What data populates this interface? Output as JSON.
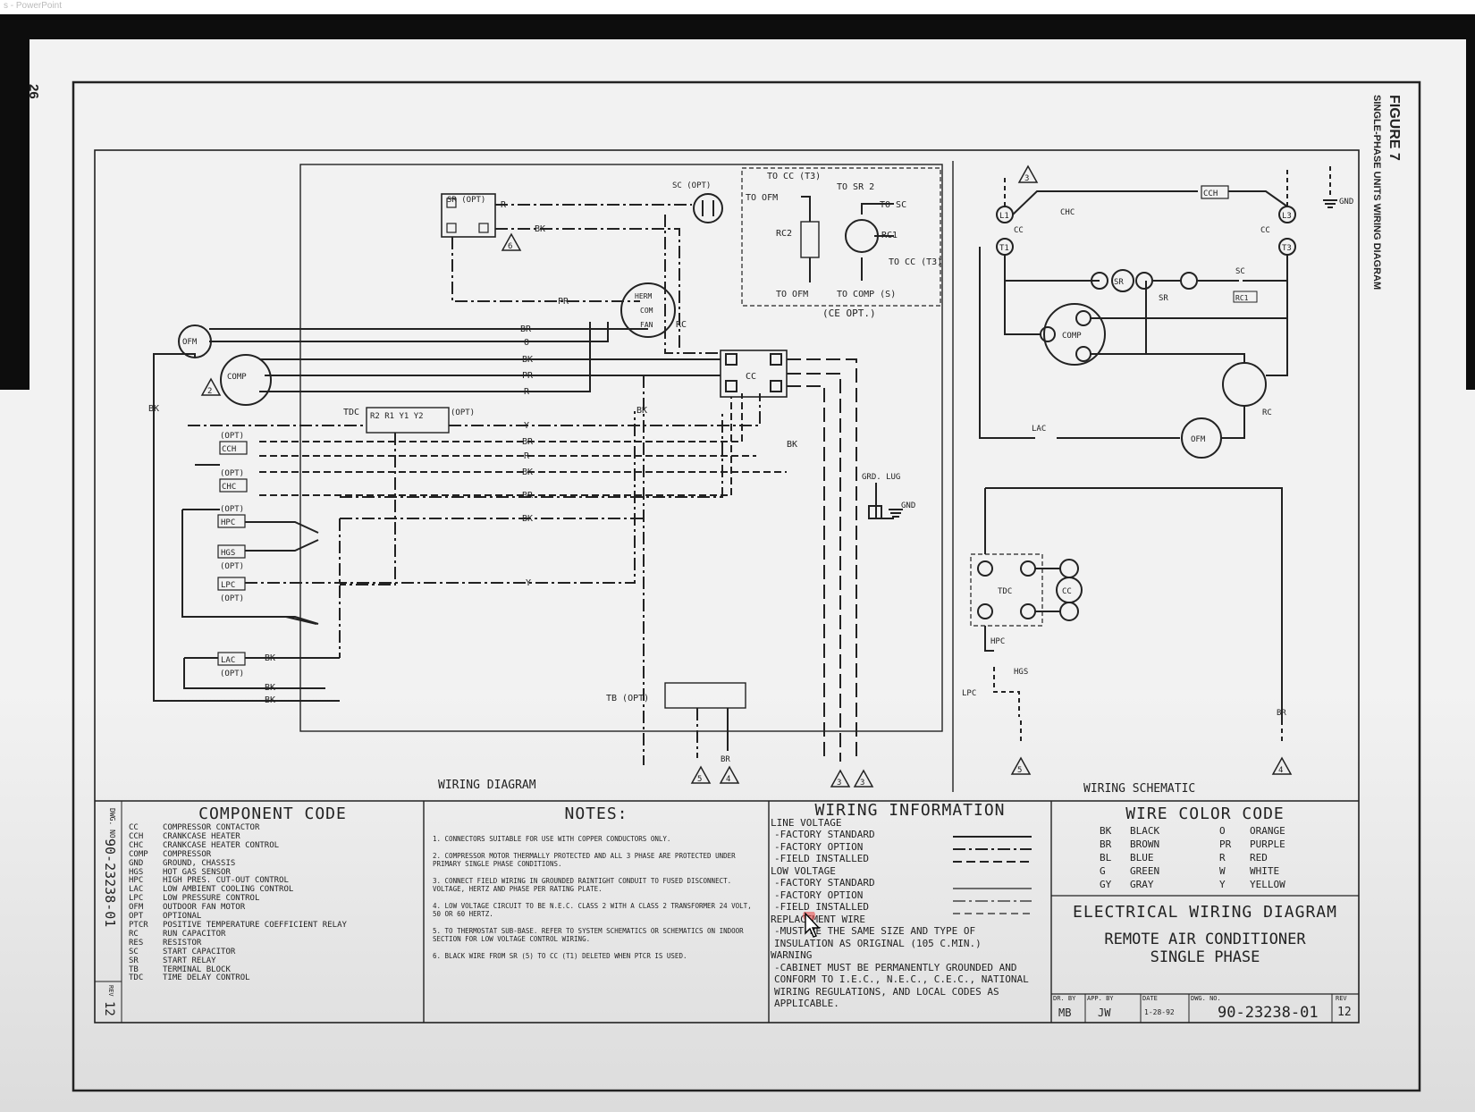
{
  "window": {
    "app_title": "s - PowerPoint"
  },
  "page": {
    "number": "26"
  },
  "figure": {
    "title": "FIGURE 7",
    "subtitle": "SINGLE-PHASE UNITS WIRING DIAGRAM"
  },
  "diagram_labels": {
    "wiring_diagram": "WIRING DIAGRAM",
    "wiring_schematic": "WIRING SCHEMATIC",
    "ce_opt": "(CE OPT.)",
    "to_cc_t3": "TO CC (T3)",
    "to_sr2": "TO SR 2",
    "to_ofm": "TO OFM",
    "to_sc": "TO SC",
    "rc2": "RC2",
    "rc1": "RC1",
    "to_cc_t3b": "TO CC (T3)",
    "to_comp_s": "TO COMP (S)",
    "sr_opt": "SR (OPT)",
    "sc_opt": "SC (OPT)",
    "herm": "HERM",
    "com": "COM",
    "fan": "FAN",
    "rc": "RC",
    "ofm": "OFM",
    "comp": "COMP",
    "cc": "CC",
    "tdc": "TDC",
    "tdc_terms": "R2 R1 Y1 Y2",
    "opt": "(OPT)",
    "cch": "CCH",
    "chc": "CHC",
    "hpc": "HPC",
    "hgs": "HGS",
    "lpc": "LPC",
    "lac": "LAC",
    "grd_lug": "GRD. LUG",
    "gnd": "GND",
    "tb_opt": "TB (OPT)",
    "sr": "SR",
    "l1": "L1",
    "l3": "L3",
    "t1": "T1",
    "t3": "T3",
    "rc1_box": "RC1",
    "sc": "SC",
    "wire_bk": "BK",
    "wire_br": "BR",
    "wire_r": "R",
    "wire_y": "Y",
    "wire_pr": "PR",
    "wire_o": "O",
    "tri_2": "2",
    "tri_4": "4",
    "tri_5": "5",
    "tri_6": "6",
    "tri_3": "3"
  },
  "component_code": {
    "title": "COMPONENT CODE",
    "dwg_label": "DWG. NO.",
    "dwg_no": "90-23238-01",
    "rev_label": "REV",
    "rev": "12",
    "items": [
      {
        "code": "CC",
        "desc": "COMPRESSOR CONTACTOR"
      },
      {
        "code": "CCH",
        "desc": "CRANKCASE HEATER"
      },
      {
        "code": "CHC",
        "desc": "CRANKCASE HEATER CONTROL"
      },
      {
        "code": "COMP",
        "desc": "COMPRESSOR"
      },
      {
        "code": "GND",
        "desc": "GROUND, CHASSIS"
      },
      {
        "code": "HGS",
        "desc": "HOT GAS SENSOR"
      },
      {
        "code": "HPC",
        "desc": "HIGH PRES. CUT-OUT CONTROL"
      },
      {
        "code": "LAC",
        "desc": "LOW AMBIENT COOLING CONTROL"
      },
      {
        "code": "LPC",
        "desc": "LOW PRESSURE CONTROL"
      },
      {
        "code": "OFM",
        "desc": "OUTDOOR FAN MOTOR"
      },
      {
        "code": "OPT",
        "desc": "OPTIONAL"
      },
      {
        "code": "PTCR",
        "desc": "POSITIVE TEMPERATURE COEFFICIENT RELAY"
      },
      {
        "code": "RC",
        "desc": "RUN CAPACITOR"
      },
      {
        "code": "RES",
        "desc": "RESISTOR"
      },
      {
        "code": "SC",
        "desc": "START CAPACITOR"
      },
      {
        "code": "SR",
        "desc": "START RELAY"
      },
      {
        "code": "TB",
        "desc": "TERMINAL BLOCK"
      },
      {
        "code": "TDC",
        "desc": "TIME DELAY CONTROL"
      }
    ]
  },
  "notes": {
    "title": "NOTES:",
    "items": [
      "1. CONNECTORS SUITABLE FOR USE WITH COPPER CONDUCTORS ONLY.",
      "2. COMPRESSOR MOTOR THERMALLY PROTECTED AND ALL 3 PHASE ARE PROTECTED UNDER PRIMARY SINGLE PHASE CONDITIONS.",
      "3. CONNECT FIELD WIRING IN GROUNDED RAINTIGHT CONDUIT TO FUSED DISCONNECT. VOLTAGE, HERTZ AND PHASE PER RATING PLATE.",
      "4. LOW VOLTAGE CIRCUIT TO BE N.E.C. CLASS 2 WITH A CLASS 2 TRANSFORMER 24 VOLT, 50 OR 60 HERTZ.",
      "5. TO THERMOSTAT SUB-BASE. REFER TO SYSTEM SCHEMATICS OR SCHEMATICS ON INDOOR SECTION FOR LOW VOLTAGE CONTROL WIRING.",
      "6. BLACK WIRE FROM SR (5) TO CC (T1) DELETED WHEN PTCR IS USED."
    ]
  },
  "wiring_information": {
    "title": "WIRING INFORMATION",
    "line_voltage": "LINE VOLTAGE",
    "low_voltage": "LOW VOLTAGE",
    "factory_standard": "-FACTORY STANDARD",
    "factory_option": "-FACTORY OPTION",
    "field_installed": "-FIELD INSTALLED",
    "replacement_wire": "REPLACEMENT WIRE",
    "replacement_text": "-MUST BE THE SAME SIZE AND TYPE OF INSULATION AS ORIGINAL (105 C.MIN.)",
    "warning": "WARNING",
    "warning_text": "-CABINET MUST BE PERMANENTLY GROUNDED AND CONFORM TO I.E.C., N.E.C., C.E.C., NATIONAL WIRING REGULATIONS, AND LOCAL CODES AS APPLICABLE."
  },
  "wire_color_code": {
    "title": "WIRE COLOR CODE",
    "items": [
      {
        "code": "BK",
        "color": "BLACK"
      },
      {
        "code": "BR",
        "color": "BROWN"
      },
      {
        "code": "BL",
        "color": "BLUE"
      },
      {
        "code": "G",
        "color": "GREEN"
      },
      {
        "code": "GY",
        "color": "GRAY"
      },
      {
        "code": "O",
        "color": "ORANGE"
      },
      {
        "code": "PR",
        "color": "PURPLE"
      },
      {
        "code": "R",
        "color": "RED"
      },
      {
        "code": "W",
        "color": "WHITE"
      },
      {
        "code": "Y",
        "color": "YELLOW"
      }
    ]
  },
  "title_block": {
    "line1": "ELECTRICAL WIRING DIAGRAM",
    "line2": "REMOTE AIR CONDITIONER",
    "line3": "SINGLE PHASE",
    "dr_by_label": "DR. BY",
    "dr_by": "MB",
    "app_by_label": "APP. BY",
    "app_by": "JW",
    "date_label": "DATE",
    "date": "1-28-92",
    "dwg_no_label": "DWG. NO.",
    "dwg_no": "90-23238-01",
    "rev_label": "REV",
    "rev": "12"
  }
}
